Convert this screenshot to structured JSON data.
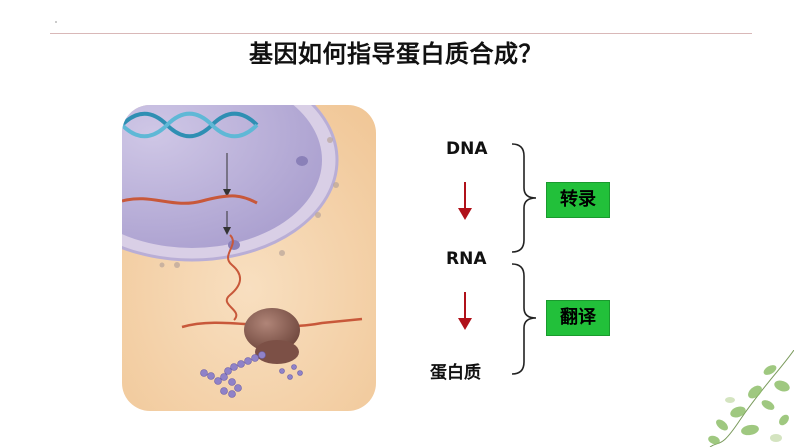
{
  "title": "基因如何指导蛋白质合成？",
  "flow": {
    "dna": "DNA",
    "rna": "RNA",
    "protein": "蛋白质",
    "transcription": "转录",
    "translation": "翻译"
  },
  "colors": {
    "arrow": "#b0111a",
    "box_bg": "#22c03a",
    "leaf": "#8fbf6a"
  }
}
